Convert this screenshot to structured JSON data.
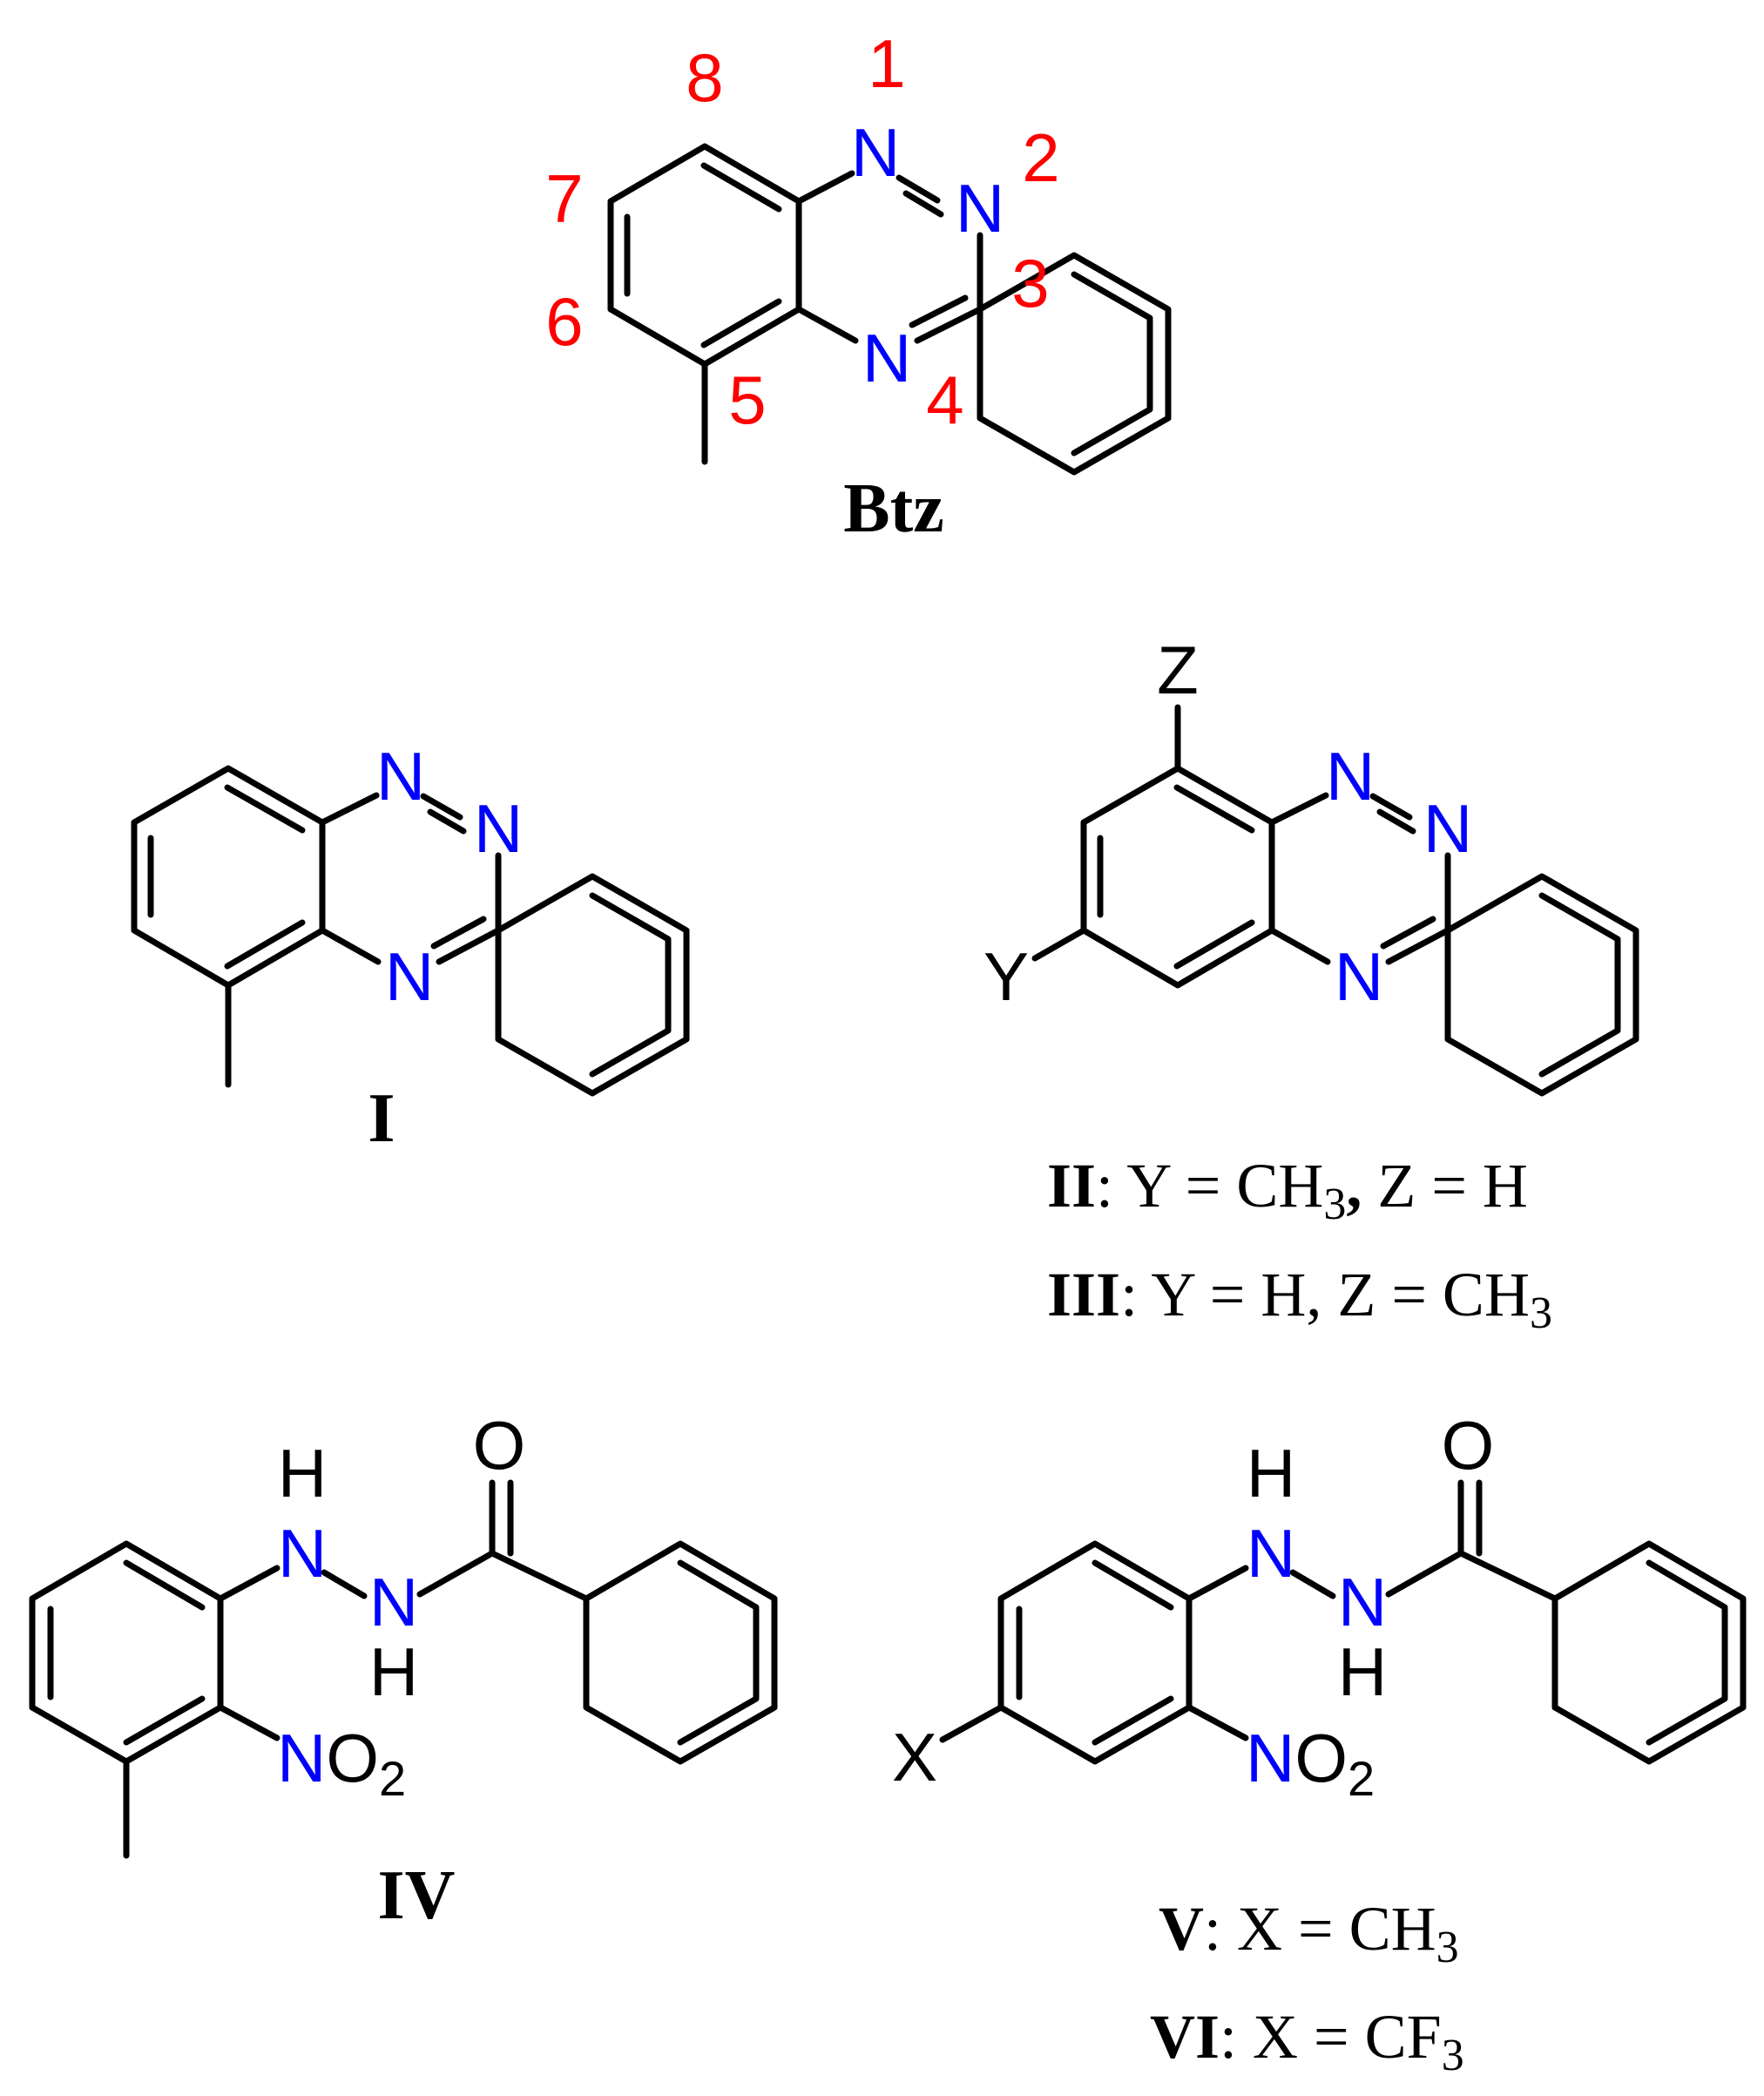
{
  "colors": {
    "bond": "#000000",
    "nitrogen": "#0000ff",
    "locant": "#ff0000",
    "text": "#000000"
  },
  "atoms": {
    "N": "N",
    "H": "H",
    "O": "O",
    "X": "X",
    "Y": "Y",
    "Z": "Z",
    "two": "2"
  },
  "locants": [
    "1",
    "2",
    "3",
    "4",
    "5",
    "6",
    "7",
    "8"
  ],
  "compounds": {
    "btz": {
      "label": "Btz"
    },
    "i": {
      "label": "I"
    },
    "ii": {
      "label": "II",
      "colon": ":",
      "text_a": " Y = CH",
      "sub": "3",
      "comma": ",",
      "text_b": " Z = H"
    },
    "iii": {
      "label": "III",
      "colon": ":",
      "text_a": " Y = H, Z = CH",
      "sub": "3"
    },
    "iv": {
      "label": "IV"
    },
    "v": {
      "label": "V",
      "colon": ":",
      "text_a": " X = CH",
      "sub": "3"
    },
    "vi": {
      "label": "VI",
      "colon": ":",
      "text_a": " X = CF",
      "sub": "3"
    }
  }
}
